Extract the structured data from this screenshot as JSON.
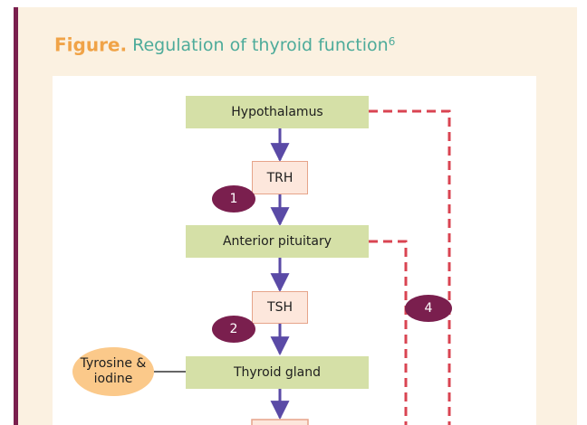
{
  "heading": {
    "lead": "Figure.",
    "title": "Regulation of thyroid function",
    "superscript": "6"
  },
  "diagram": {
    "nodes": {
      "hypothalamus": "Hypothalamus",
      "trh": "TRH",
      "anterior_pituitary": "Anterior pituitary",
      "tsh": "TSH",
      "thyroid_gland": "Thyroid gland",
      "tyrosine_iodine": "Tyrosine & iodine"
    },
    "badges": {
      "step_1": "1",
      "step_2": "2",
      "step_4": "4"
    }
  },
  "colors": {
    "organ_box": "#d5e0a7",
    "hormone_box": "#fde7dc",
    "hormone_border": "#e6a48a",
    "substrate": "#fbc98a",
    "badge": "#7a1f4e",
    "arrow": "#5a4aa6",
    "feedback_dashed": "#d94452",
    "heading_lead": "#f0a347",
    "heading_title": "#4dab9a",
    "panel_background": "#fbf1e1"
  }
}
